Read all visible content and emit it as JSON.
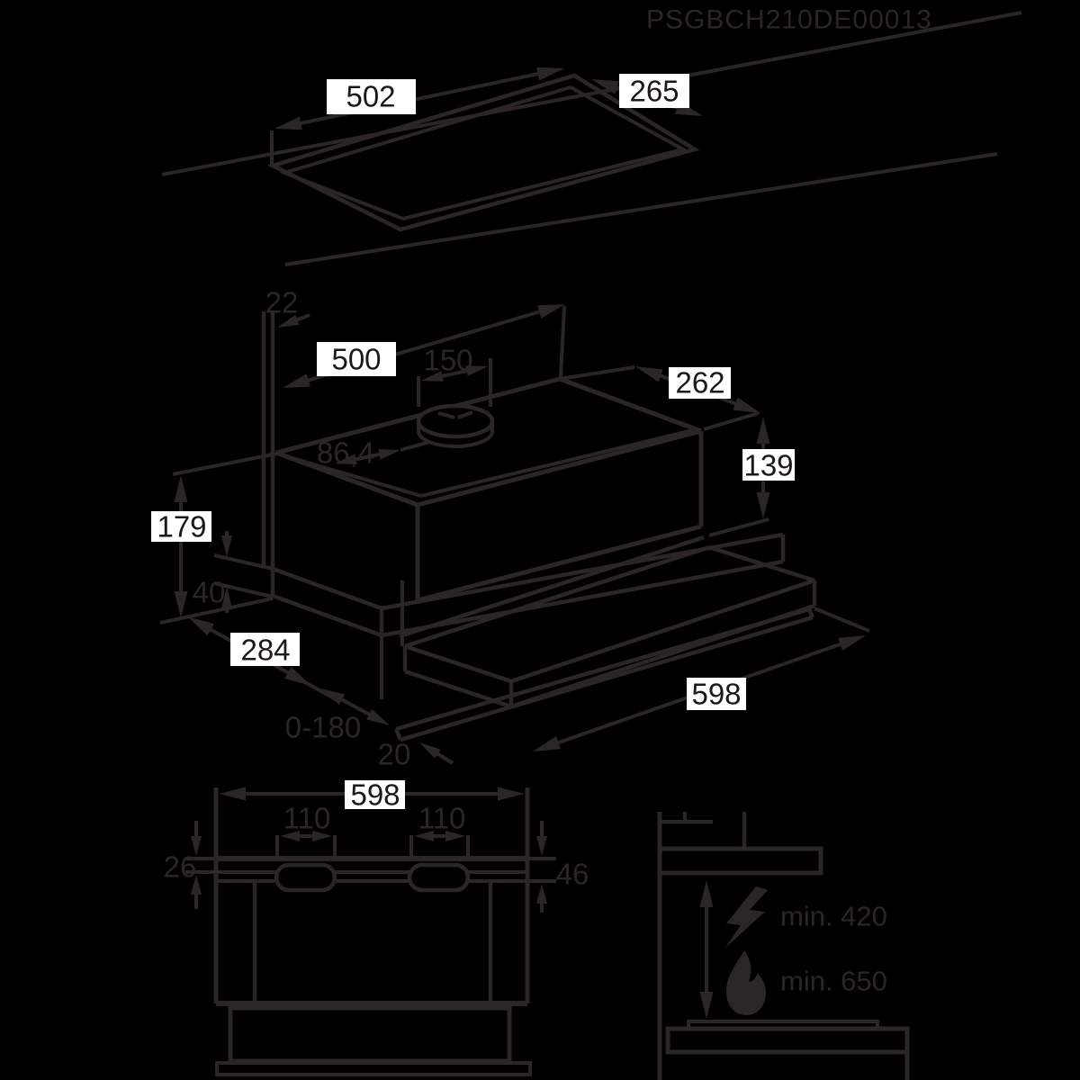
{
  "colors": {
    "background": "#000000",
    "ink": "#2b2527",
    "label_box_background": "#ffffff",
    "label_text": "#1c1819"
  },
  "header": {
    "product_code": "PSGBCH210DE00013"
  },
  "views": {
    "cutout_top_view": {
      "labels": {
        "cutout_width": "502",
        "cutout_depth": "265"
      }
    },
    "perspective_view": {
      "labels": {
        "rear_gap": "22",
        "body_width": "500",
        "duct_diameter": "150",
        "duct_offset": "86,4",
        "top_depth": "262",
        "body_height": "139",
        "total_height": "179",
        "base_height": "40",
        "base_depth": "284",
        "visor_travel": "0-180",
        "visor_lip": "20",
        "base_width": "598"
      }
    },
    "front_view": {
      "labels": {
        "overall_width": "598",
        "slot_width_left": "110",
        "slot_width_right": "110",
        "top_offset": "26",
        "panel_height": "46"
      }
    },
    "installation_side_view": {
      "labels": {
        "electric_clearance": "min. 420",
        "hob_clearance": "min. 650"
      },
      "icons": [
        {
          "name": "lightning-icon"
        },
        {
          "name": "flame-icon"
        }
      ]
    }
  }
}
